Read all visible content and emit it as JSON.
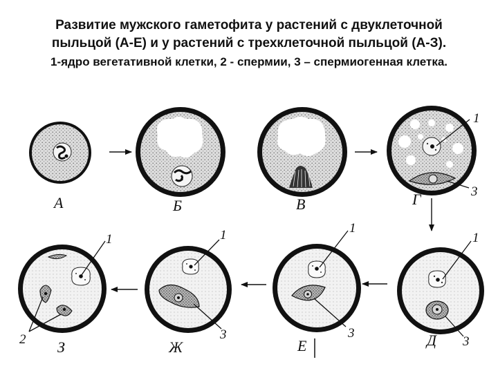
{
  "title": {
    "line1": "Развитие мужского гаметофита у растений с двуклеточной",
    "line2": "пыльцой (А-Е) и у растений с трехклеточной пыльцой (А-З).",
    "legend": "1-ядро вегетативной клетки, 2 - спермии, 3 – спермиогенная клетка."
  },
  "stages": {
    "A": "А",
    "B": "Б",
    "V": "В",
    "G": "Г",
    "D": "Д",
    "E": "Е",
    "Zh": "Ж",
    "Z": "З"
  },
  "callouts": {
    "vegetative_nucleus": "1",
    "sperms": "2",
    "spermiogenic_cell": "3"
  }
}
